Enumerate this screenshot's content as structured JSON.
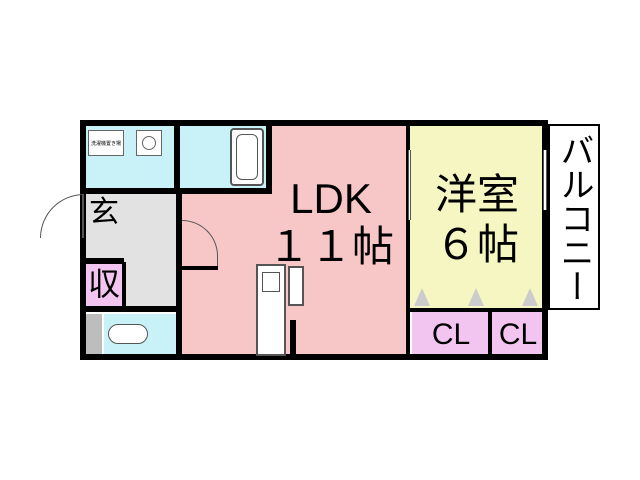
{
  "floorplan": {
    "rooms": {
      "ldk": {
        "name": "LDK",
        "size": "１１帖"
      },
      "western_room": {
        "name": "洋室",
        "size": "６帖"
      },
      "entrance": {
        "label": "玄"
      },
      "storage": {
        "label": "収"
      },
      "closet_1": {
        "label": "CL"
      },
      "closet_2": {
        "label": "CL"
      },
      "balcony": {
        "label": "バルコニー"
      },
      "washer_space": {
        "label": "洗濯機置き場"
      }
    },
    "colors": {
      "ldk": "#f7c6c6",
      "western_room": "#f6f6c2",
      "wet_area": "#c8f2f7",
      "storage": "#f2c4f0",
      "hall": "#e2e2e2",
      "balcony": "#ffffff",
      "wall": "#000000",
      "outer_frame": "#dcdcdc"
    }
  }
}
